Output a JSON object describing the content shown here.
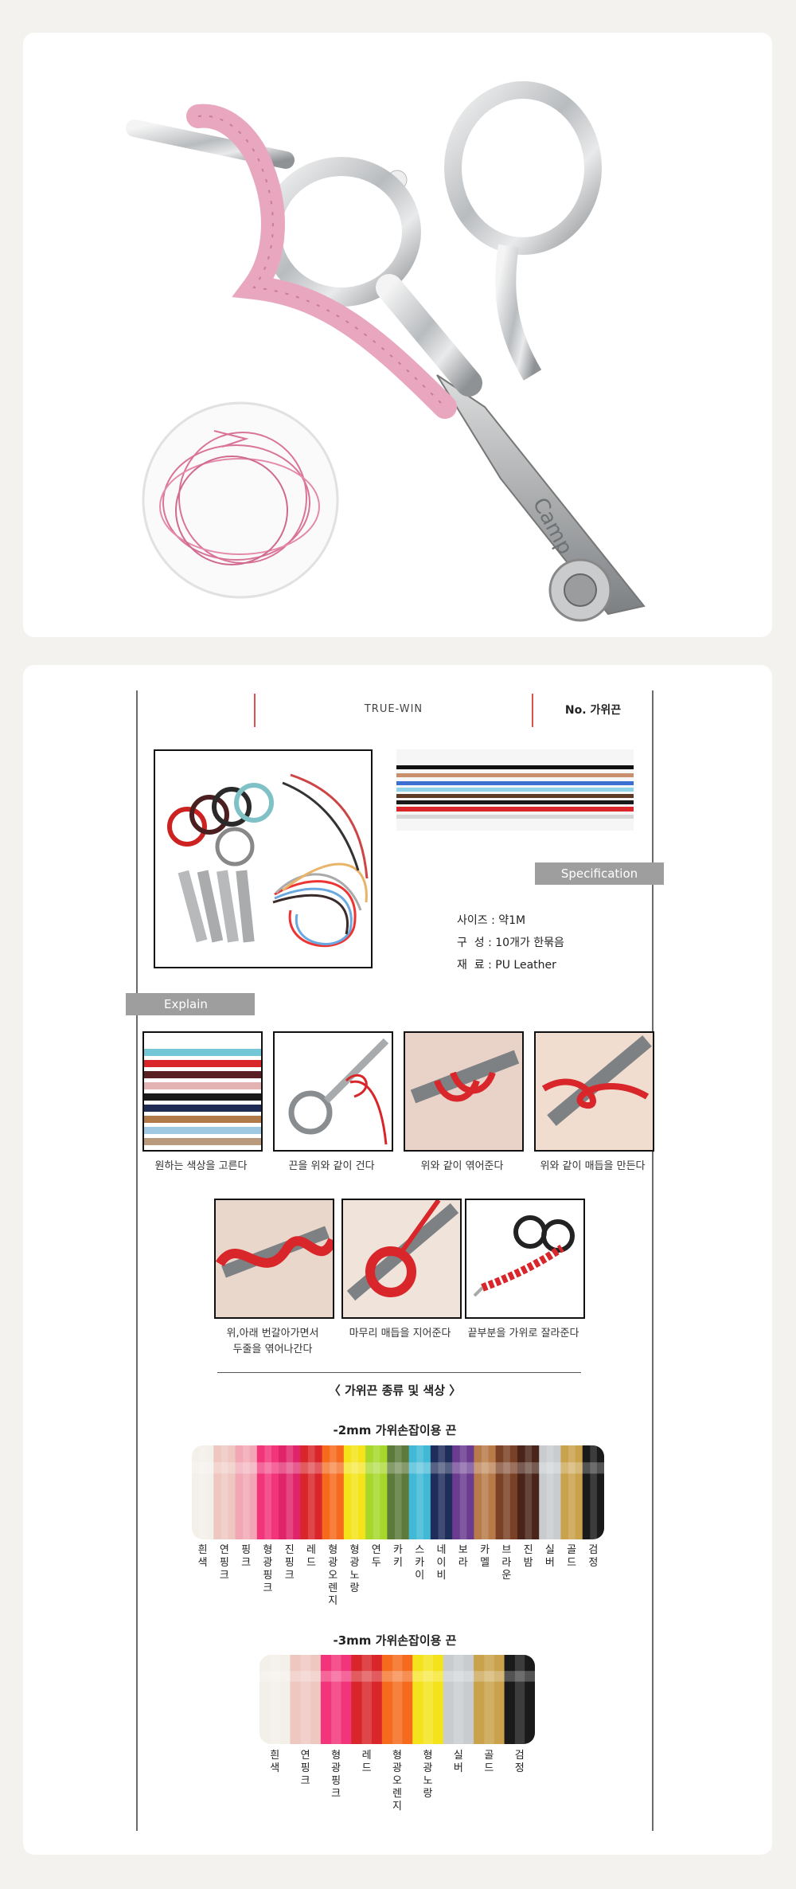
{
  "header": {
    "brand": "TRUE-WIN",
    "product_no": "No. 가위끈"
  },
  "hero": {
    "product_alt": "pink leather wrapped scissors",
    "cord_alt": "coiled pink cord"
  },
  "spec": {
    "tag": "Specification",
    "rows": [
      "사이즈 : 약1M",
      "구  성 : 10개가 한묶음",
      "재  료 : PU Leather"
    ]
  },
  "explain": {
    "tag": "Explain",
    "steps": [
      "원하는 색상을 고른다",
      "끈을 위와 같이 건다",
      "위와 같이 엮어준다",
      "위와 같이 매듭을 만든다",
      "위,아래 번갈아가면서\n두줄을 엮어나간다",
      "마무리 매듭을 지어준다",
      "끝부분을 가위로 잘라준다"
    ]
  },
  "types": {
    "title": "〈 가위끈 종류 및 색상 〉",
    "mm2": {
      "title": "-2mm 가위손잡이용 끈",
      "names": [
        "흰색",
        "연핑크",
        "핑크",
        "형광핑크",
        "진핑크",
        "레드",
        "형광오렌지",
        "형광노랑",
        "연두",
        "카키",
        "스카이",
        "네이비",
        "보라",
        "카멜",
        "브라운",
        "진밤",
        "실버",
        "골드",
        "검정"
      ]
    },
    "mm3": {
      "title": "-3mm 가위손잡이용 끈",
      "names": [
        "흰색",
        "연핑크",
        "형광핑크",
        "레드",
        "형광오렌지",
        "형광노랑",
        "실버",
        "골드",
        "검정"
      ]
    }
  },
  "colors": {
    "pink_cord": "#e8a7bf",
    "tag_gray": "#9e9e9e",
    "accent_red": "#d9534f"
  }
}
